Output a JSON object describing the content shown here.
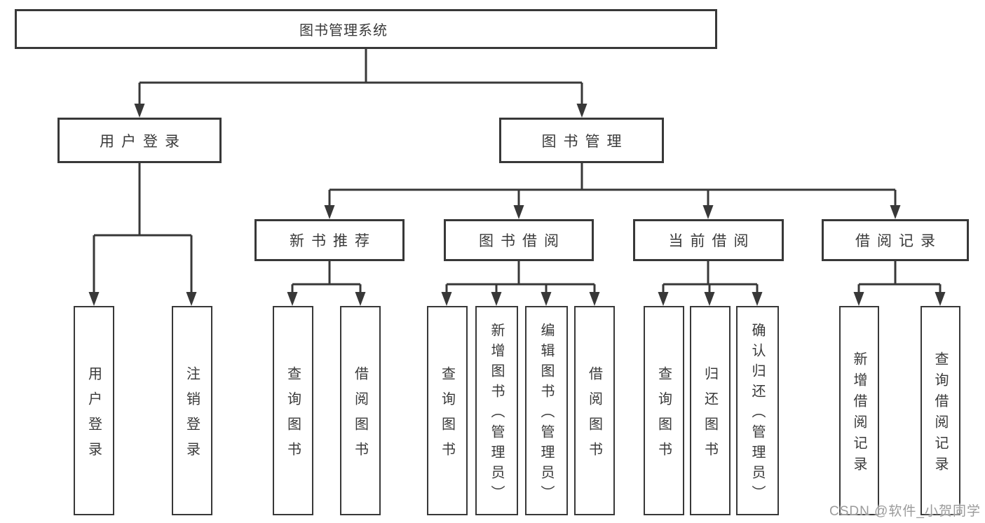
{
  "diagram_type": "hierarchy-tree",
  "nodes": {
    "root": "图书管理系统",
    "level2": [
      "用户登录",
      "图书管理"
    ],
    "level3": [
      "新书推荐",
      "图书借阅",
      "当前借阅",
      "借阅记录"
    ],
    "leaves_user_login": [
      "用户登录",
      "注销登录"
    ],
    "leaves_new_books": [
      "查询图书",
      "借阅图书"
    ],
    "leaves_book_borrow": [
      "查询图书",
      "新增图书（管理员）",
      "编辑图书（管理员）",
      "借阅图书"
    ],
    "leaves_current_borrow": [
      "查询图书",
      "归还图书",
      "确认归还（管理员）"
    ],
    "leaves_borrow_records": [
      "新增借阅记录",
      "查询借阅记录"
    ]
  },
  "watermark": "CSDN @软件_小贺同学",
  "colors": {
    "background": "#ffffff",
    "line": "#383838",
    "box_border": "#383838",
    "text": "#3a3a3a",
    "watermark": "#9b9b9b"
  }
}
